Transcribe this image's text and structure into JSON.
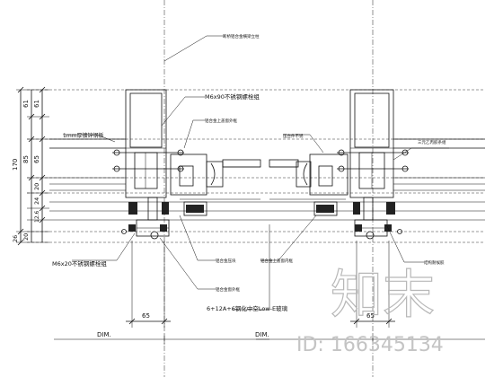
{
  "dimensions": {
    "left_top": [
      "61",
      "61",
      "65",
      "85",
      "20",
      "24",
      "12.6",
      "20",
      "26"
    ],
    "left_overall": "170",
    "bottom_left": "65",
    "bottom_right": "65",
    "dim_label": "DIM."
  },
  "annotations": {
    "top_label": "断桥铝合金横梁立柱",
    "m6x90": "M6x90不锈钢螺栓组",
    "alu_cover_left": "铝合金上盖窗外框",
    "steel_plate": "1mm厚镀锌钢板",
    "alu_part_right": "压合件不锈",
    "epdm_right": "三元乙丙胶条组",
    "m6x20": "M6x20不锈钢螺栓组",
    "alu_profile_bottom": "铝合金压块",
    "alu_frame_bottom": "铝合金窗外框",
    "alu_cover_bottom": "铝合金上盖窗内框",
    "glass": "6+12A+6钢化中空Low-E玻璃",
    "sealant": "结构耐候胶"
  },
  "watermark": {
    "logo_text": "知末",
    "id_text": "ID: 166345134"
  }
}
